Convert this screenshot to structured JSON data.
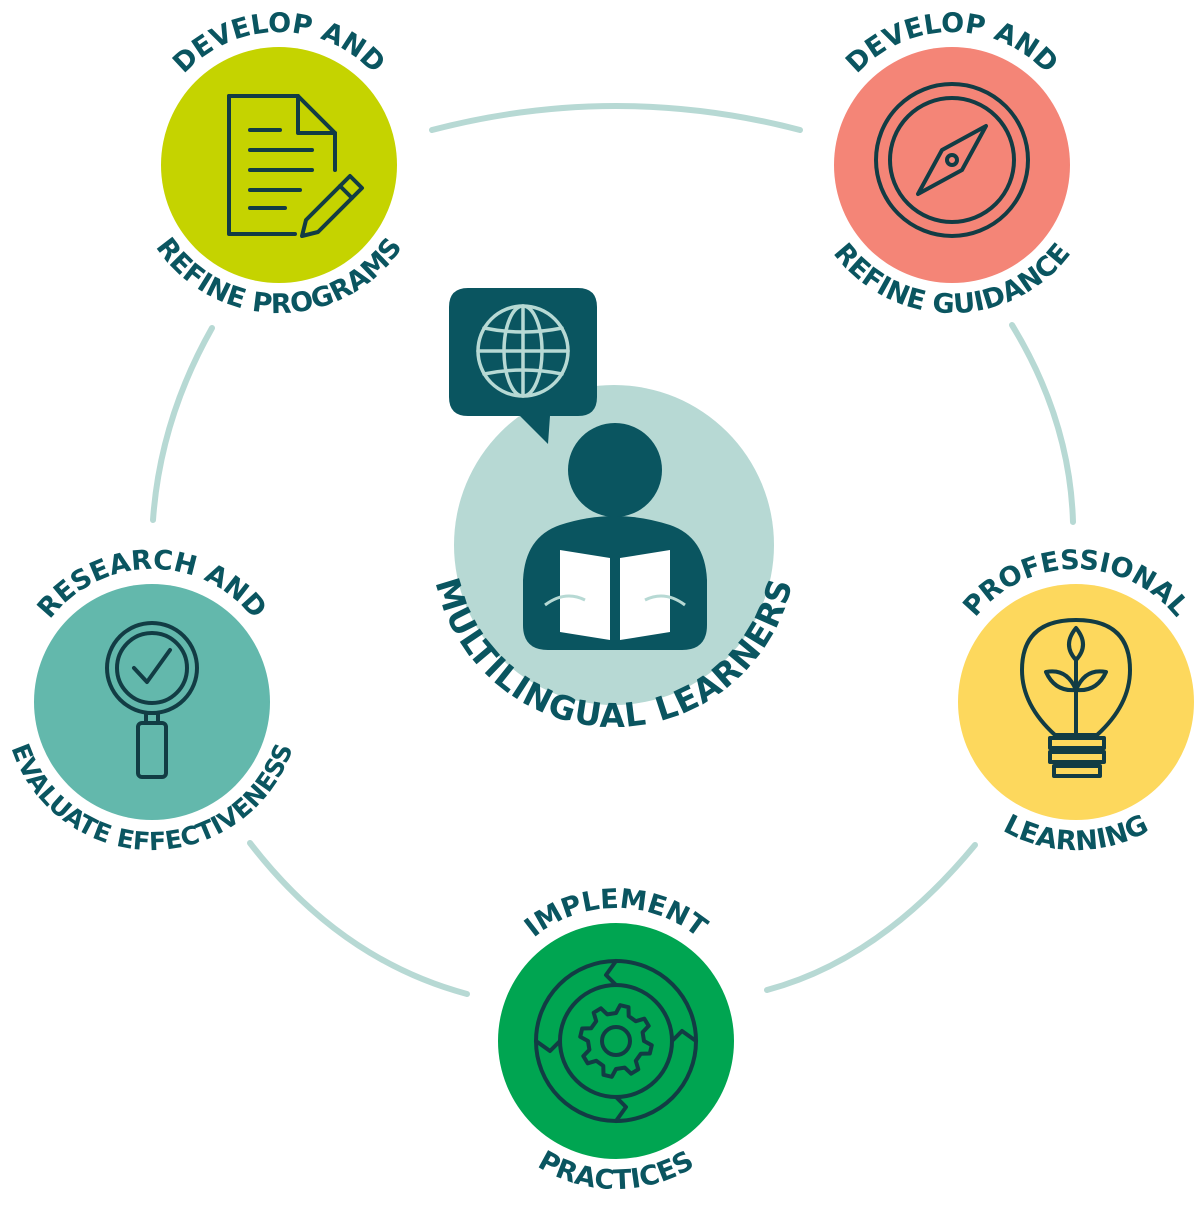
{
  "colors": {
    "text": "#0a5560",
    "ring": "#b7d9d4",
    "center_circle": "#b7d9d4",
    "center_icon": "#0a5560",
    "bubble": "#0a5560",
    "bubble_globe": "#b7d9d4",
    "icon_stroke": "#123c44"
  },
  "center": {
    "label": "MULTILINGUAL LEARNERS",
    "icon": "reader-with-globe-speech-bubble-icon"
  },
  "nodes": [
    {
      "id": "programs",
      "top_label": "DEVELOP AND",
      "bottom_label": "REFINE PROGRAMS",
      "color": "#c5d300",
      "icon": "document-pencil-icon"
    },
    {
      "id": "guidance",
      "top_label": "DEVELOP AND",
      "bottom_label": "REFINE GUIDANCE",
      "color": "#f48577",
      "icon": "compass-icon"
    },
    {
      "id": "learning",
      "top_label": "PROFESSIONAL",
      "bottom_label": "LEARNING",
      "color": "#fdd85d",
      "icon": "lightbulb-plant-icon"
    },
    {
      "id": "practices",
      "top_label": "IMPLEMENT",
      "bottom_label": "PRACTICES",
      "color": "#00a551",
      "icon": "gear-cycle-icon"
    },
    {
      "id": "research",
      "top_label": "RESEARCH AND",
      "bottom_label": "EVALUATE EFFECTIVENESS",
      "color": "#63b8ac",
      "icon": "magnifier-check-icon"
    }
  ]
}
